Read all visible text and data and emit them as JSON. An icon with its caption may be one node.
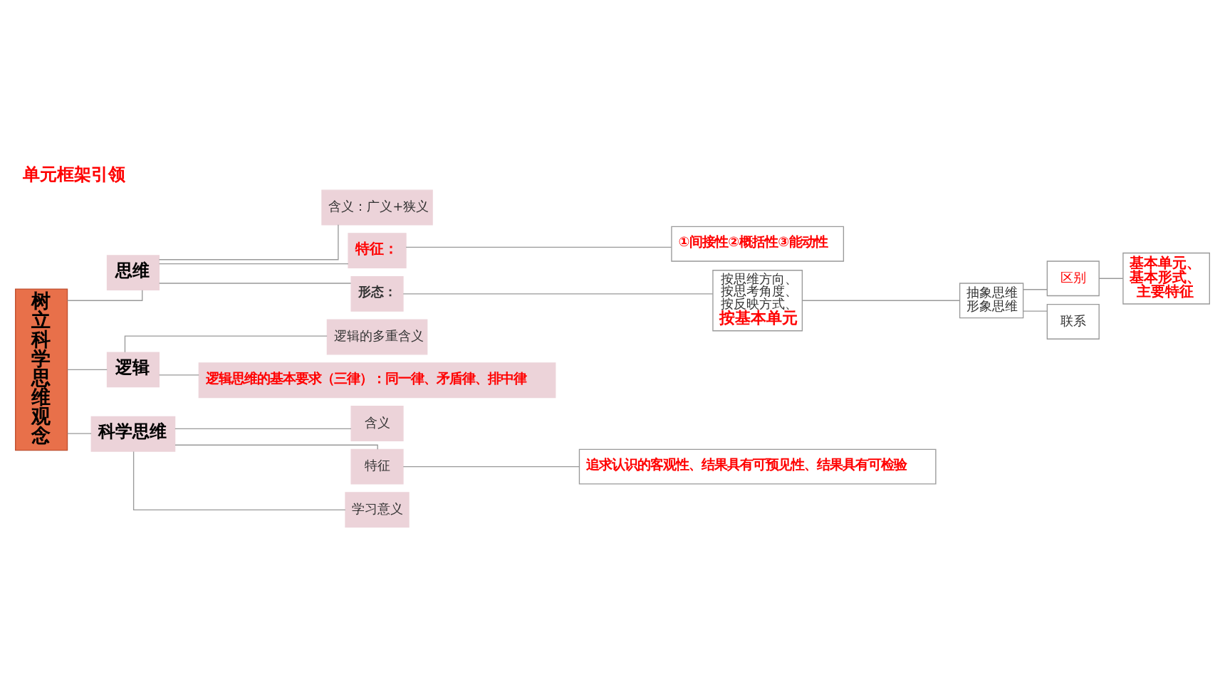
{
  "diagram": {
    "title": "单元框架引领",
    "nodes": [
      {
        "text": [
          "树立科学思维观念"
        ]
      },
      {
        "text": [
          "思维"
        ]
      },
      {
        "text": [
          "含义：广义+狭义"
        ]
      },
      {
        "text": [
          "特征："
        ]
      },
      {
        "text": [
          "①间接性②概括性③能动性"
        ]
      },
      {
        "text": [
          "形态："
        ]
      },
      {
        "text": [
          "按思维方向、按思考角度、按反映方式、**按基本单元**"
        ]
      },
      {
        "text": [
          "抽象思维形象思维"
        ]
      },
      {
        "text": [
          "区别"
        ]
      },
      {
        "text": [
          "基本单元、基本形式、主要特征"
        ]
      },
      {
        "text": [
          "联系"
        ]
      },
      {
        "text": [
          "逻辑"
        ]
      },
      {
        "text": [
          "逻辑的多重含义"
        ]
      },
      {
        "text": [
          "逻辑思维的基本要求（三律）：同一律、矛盾律、排中律"
        ]
      },
      {
        "text": [
          "科学思维"
        ]
      },
      {
        "text": [
          "含义"
        ]
      },
      {
        "text": [
          "特征"
        ]
      },
      {
        "text": [
          "追求认识的客观性、结果具有可预见性、结果具有可检验"
        ]
      },
      {
        "text": [
          "学习意义"
        ]
      }
    ],
    "edges": [
      {
        "from": 0,
        "to": 1,
        "arrow": "none"
      },
      {
        "from": 0,
        "to": 11,
        "arrow": "none"
      },
      {
        "from": 0,
        "to": 14,
        "arrow": "none"
      },
      {
        "from": 1,
        "to": 2,
        "arrow": "none"
      },
      {
        "from": 1,
        "to": 3,
        "arrow": "none"
      },
      {
        "from": 1,
        "to": 5,
        "arrow": "none"
      },
      {
        "from": 3,
        "to": 4,
        "arrow": "none"
      },
      {
        "from": 5,
        "to": 6,
        "arrow": "none"
      },
      {
        "from": 6,
        "to": 7,
        "arrow": "none"
      },
      {
        "from": 7,
        "to": 8,
        "arrow": "none"
      },
      {
        "from": 7,
        "to": 10,
        "arrow": "none"
      },
      {
        "from": 8,
        "to": 9,
        "arrow": "none"
      },
      {
        "from": 11,
        "to": 12,
        "arrow": "none"
      },
      {
        "from": 11,
        "to": 13,
        "arrow": "none"
      },
      {
        "from": 14,
        "to": 15,
        "arrow": "none"
      },
      {
        "from": 14,
        "to": 16,
        "arrow": "none"
      },
      {
        "from": 14,
        "to": 18,
        "arrow": "none"
      },
      {
        "from": 16,
        "to": 17,
        "arrow": "none"
      }
    ]
  }
}
